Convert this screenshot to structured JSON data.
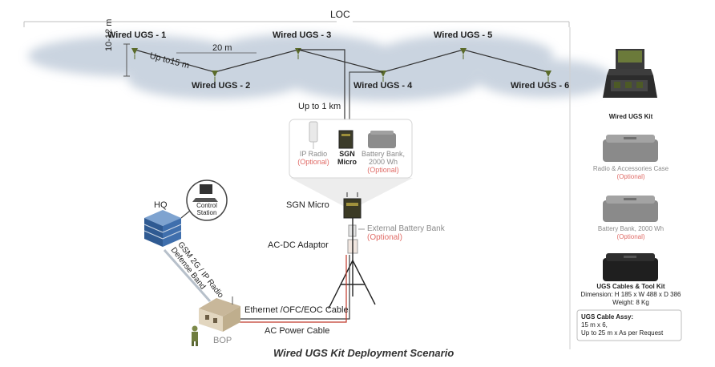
{
  "loc_label": "LOC",
  "ugs_labels": [
    "Wired UGS - 1",
    "Wired UGS - 2",
    "Wired UGS - 3",
    "Wired UGS - 4",
    "Wired UGS - 5",
    "Wired UGS - 6"
  ],
  "distances": {
    "spacing": "20 m",
    "height": "10-12 m",
    "up_to": "Up to15 m",
    "range": "Up to 1 km"
  },
  "node_box": {
    "ip_radio": "IP Radio",
    "optional": "(Optional)",
    "sgn_line1": "SGN",
    "sgn_line2": "Micro",
    "battery_line1": "Battery Bank,",
    "battery_line2": "2000 Wh"
  },
  "deployment": {
    "hq": "HQ",
    "control_station_line1": "Control",
    "control_station_line2": "Station",
    "gsm_line1": "GSM 2G / IP Radio",
    "gsm_line2": "Defense Band",
    "sgn_micro": "SGN Micro",
    "ext_battery": "External Battery Bank",
    "ext_battery_opt": "(Optional)",
    "ac_dc": "AC-DC Adaptor",
    "ethernet": "Ethernet /OFC/EOC Cable",
    "ac_power": "AC Power Cable",
    "bop": "BOP"
  },
  "caption": "Wired UGS Kit Deployment Scenario",
  "sidebar": {
    "kit": "Wired UGS Kit",
    "radio_case": "Radio & Accessories Case",
    "radio_case_opt": "(Optional)",
    "battery": "Battery Bank, 2000 Wh",
    "battery_opt": "(Optional)",
    "cables": "UGS Cables & Tool Kit",
    "dimension": "Dimension: H 185 x W 488 x D 386",
    "weight": "Weight: 8 Kg",
    "assy_title": "UGS Cable Assy:",
    "assy_line1": "15 m x 6,",
    "assy_line2": "Up to 25 m x As per Request"
  },
  "colors": {
    "optional": "#e06b66",
    "zone": "#b9c6d6",
    "case_dark": "#2a2a2a",
    "case_gray": "#7d7d7d",
    "sensor": "#5b6b2a"
  }
}
